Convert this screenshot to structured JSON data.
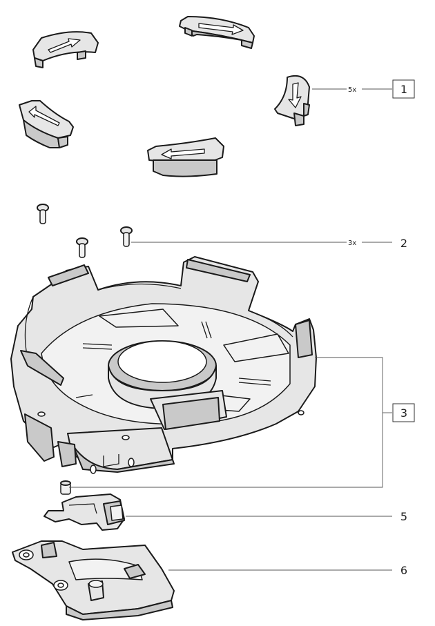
{
  "callouts": [
    {
      "id": "1",
      "number": "1",
      "quantity": "5x",
      "boxed": true
    },
    {
      "id": "2",
      "number": "2",
      "quantity": "3x",
      "boxed": false
    },
    {
      "id": "3",
      "number": "3",
      "quantity": "",
      "boxed": true
    },
    {
      "id": "5",
      "number": "5",
      "quantity": "",
      "boxed": false
    },
    {
      "id": "6",
      "number": "6",
      "quantity": "",
      "boxed": false
    }
  ],
  "colors": {
    "line": "#1a1a1a",
    "part_fill": "#e6e6e6",
    "part_shadow": "#c9c9c9",
    "leader": "#555555"
  }
}
